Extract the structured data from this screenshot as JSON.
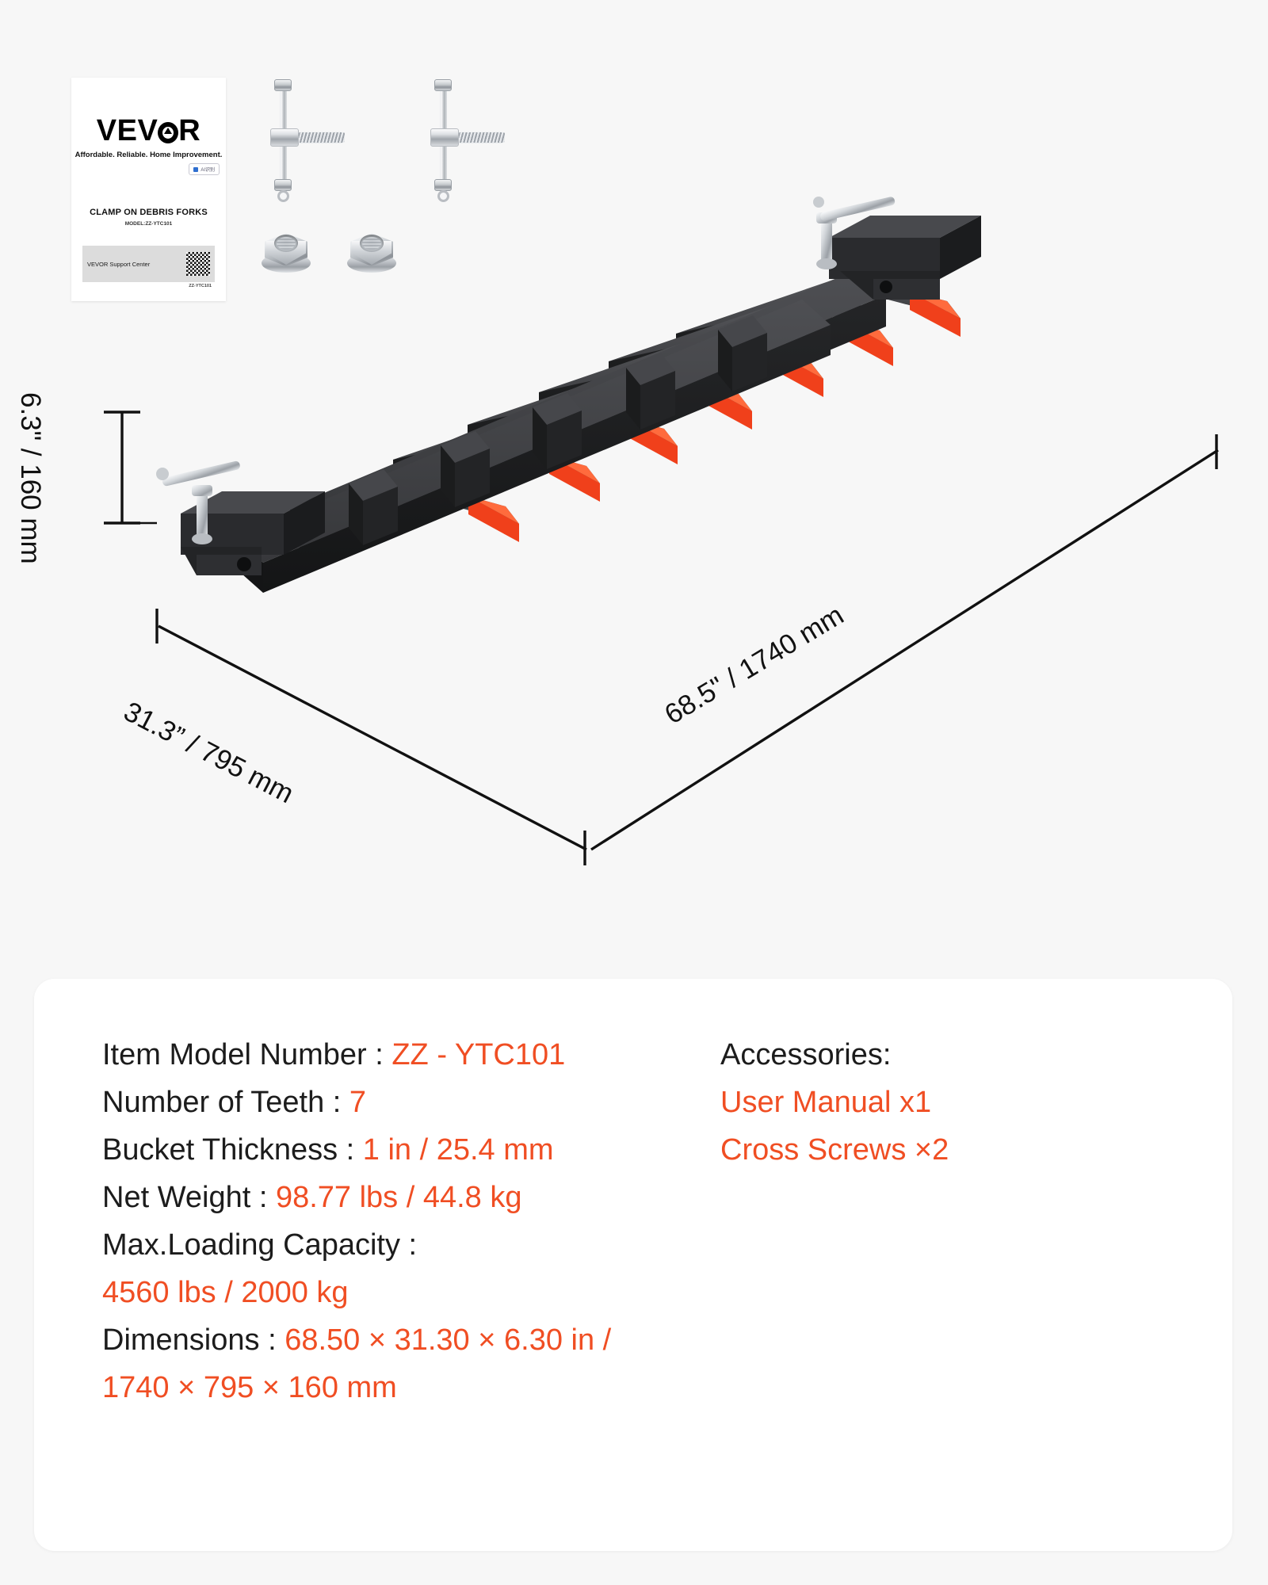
{
  "product": {
    "name": "CLAMP ON DEBRIS FORKS",
    "brand": "VEV",
    "brand_suffix": "R"
  },
  "manual": {
    "brand_left": "VEV",
    "brand_right": "R",
    "tagline": "Affordable. Reliable. Home Improvement.",
    "badge": "AI识别",
    "title": "CLAMP ON DEBRIS FORKS",
    "model_line": "MODEL:ZZ-YTC101",
    "support_label": "VEVOR Support Center",
    "sku": "ZZ-YTC101"
  },
  "dimensions": {
    "height_label": "6.3\" / 160 mm",
    "width_label": "31.3” / 795 mm",
    "length_label": "68.5\" / 1740 mm"
  },
  "specs": {
    "rows": [
      {
        "label": "Item Model Number : ",
        "value": "ZZ - YTC101"
      },
      {
        "label": "Number of Teeth : ",
        "value": "7"
      },
      {
        "label": "Bucket Thickness : ",
        "value": "1 in / 25.4 mm"
      },
      {
        "label": "Net Weight : ",
        "value": "98.77 lbs / 44.8 kg"
      },
      {
        "label": "Max.Loading Capacity :",
        "value": ""
      },
      {
        "label": "",
        "value": "4560 lbs / 2000 kg"
      },
      {
        "label": "Dimensions : ",
        "value": "68.50 × 31.30 × 6.30 in /"
      },
      {
        "label": "",
        "value": "1740 × 795 × 160 mm"
      }
    ],
    "row0_label": "Item Model Number : ",
    "row0_value": "ZZ - YTC101",
    "row1_label": "Number of Teeth : ",
    "row1_value": "7",
    "row2_label": "Bucket Thickness : ",
    "row2_value": "1 in / 25.4 mm",
    "row3_label": "Net Weight : ",
    "row3_value": "98.77 lbs / 44.8 kg",
    "row4_label": "Max.Loading Capacity :",
    "row5_value": "4560 lbs / 2000 kg",
    "row6_label": "Dimensions : ",
    "row6_value": "68.50 × 31.30 × 6.30 in /",
    "row7_value": "1740 × 795 × 160 mm"
  },
  "accessories": {
    "heading": "Accessories:",
    "items": [
      "User Manual x1",
      "Cross Screws ×2"
    ],
    "item0": "User Manual x1",
    "item1": "Cross Screws ×2"
  },
  "colors": {
    "accent": "#f04e23",
    "text": "#1c1c1c",
    "background": "#f7f7f7",
    "card": "#ffffff",
    "metal_dark": "#2b2b2d",
    "tine_tip": "#f0401b"
  },
  "teeth_count": 7
}
